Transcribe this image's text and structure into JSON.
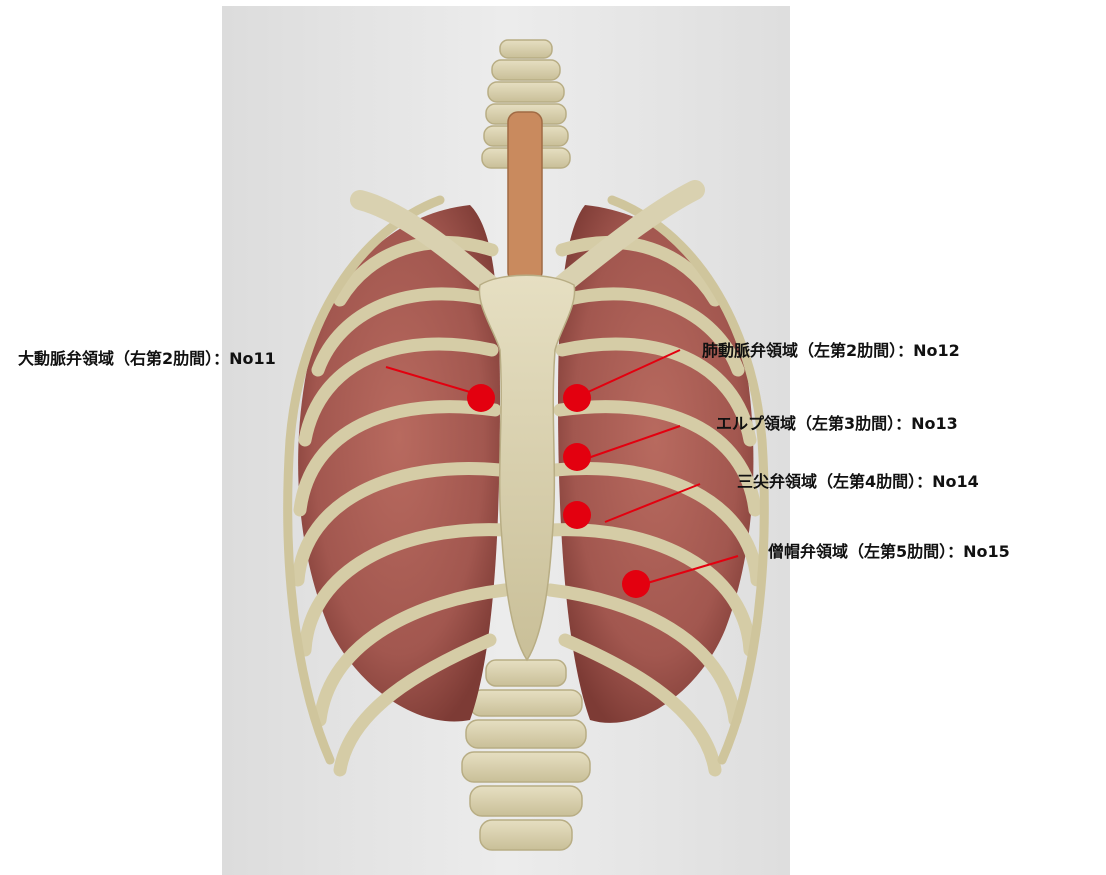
{
  "colors": {
    "background_panel": "#e6e6e6",
    "bone": "#d9d1b0",
    "lung": "#a2574f",
    "marker": "#e3000f",
    "leader_line": "#e3000f",
    "label_text": "#111111"
  },
  "illustration": {
    "icon": "ribcage-anatomy-illustration"
  },
  "markers": [
    {
      "id": "no11",
      "label": "大動脈弁領域（右第2肋間）：No11"
    },
    {
      "id": "no12",
      "label": "肺動脈弁領域（左第2肋間）：No12"
    },
    {
      "id": "no13",
      "label": "エルプ領域（左第3肋間）：No13"
    },
    {
      "id": "no14",
      "label": "三尖弁領域（左第4肋間）：No14"
    },
    {
      "id": "no15",
      "label": "僧帽弁領域（左第5肋間）：No15"
    }
  ]
}
